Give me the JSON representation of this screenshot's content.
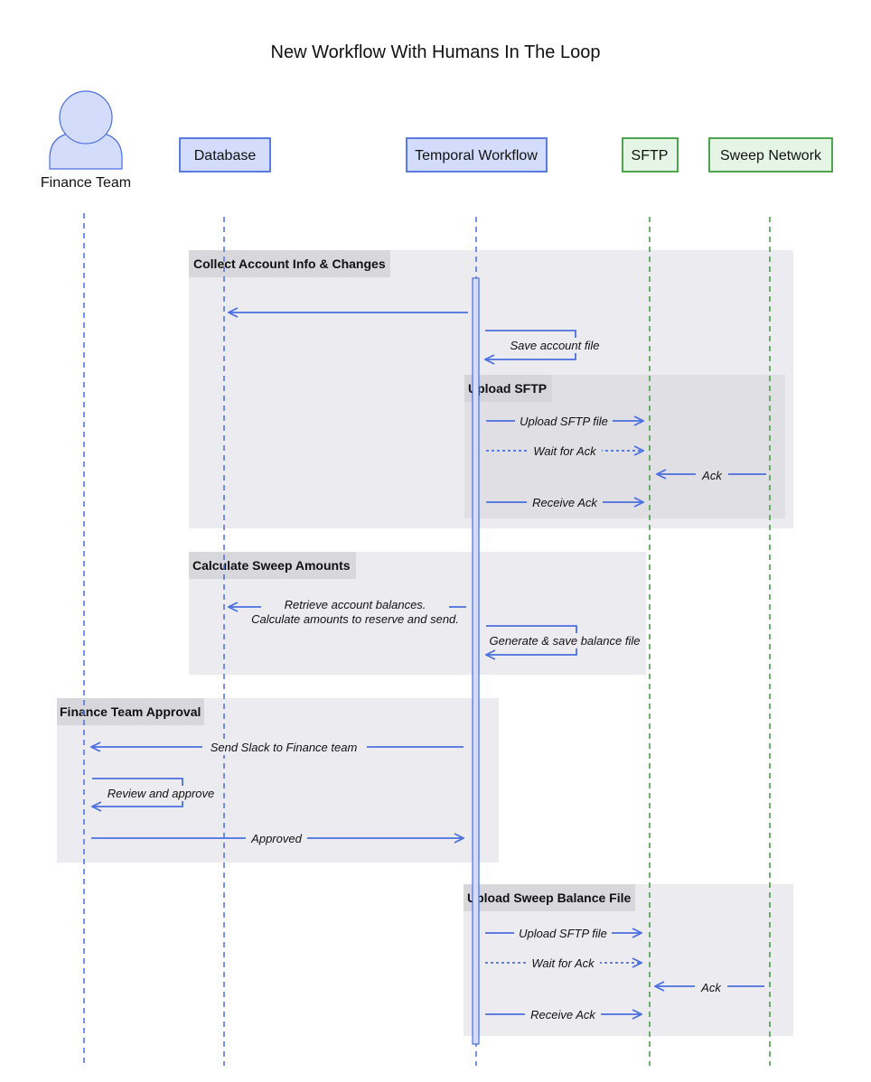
{
  "title": "New Workflow With Humans In The Loop",
  "actors": {
    "finance_team": "Finance Team",
    "database": "Database",
    "temporal_workflow": "Temporal Workflow",
    "sftp": "SFTP",
    "sweep_network": "Sweep Network"
  },
  "colors": {
    "internal_stroke": "#4a6fe0",
    "internal_fill": "#d4dcfb",
    "external_stroke": "#3d9a3d",
    "external_fill": "#e5f5e5",
    "group_fill": "#ececf0",
    "nested_group_fill": "#e0e0e4",
    "group_label_fill": "#d8d8dc",
    "arrow": "#4a6fe0"
  },
  "groups": {
    "collect": "Collect Account Info & Changes",
    "upload_sftp": "Upload SFTP",
    "calculate": "Calculate Sweep Amounts",
    "approval": "Finance Team Approval",
    "upload_balance": "Upload Sweep Balance File"
  },
  "messages": {
    "save_account_file": "Save account file",
    "upload_sftp_file_1": "Upload SFTP file",
    "wait_for_ack_1": "Wait for Ack",
    "ack_1": "Ack",
    "receive_ack_1": "Receive Ack",
    "retrieve_line1": "Retrieve account balances.",
    "retrieve_line2": "Calculate amounts to reserve and send.",
    "generate_save": "Generate & save balance file",
    "send_slack": "Send Slack to Finance team",
    "review_approve": "Review and approve",
    "approved": "Approved",
    "upload_sftp_file_2": "Upload SFTP file",
    "wait_for_ack_2": "Wait for Ack",
    "ack_2": "Ack",
    "receive_ack_2": "Receive Ack"
  }
}
